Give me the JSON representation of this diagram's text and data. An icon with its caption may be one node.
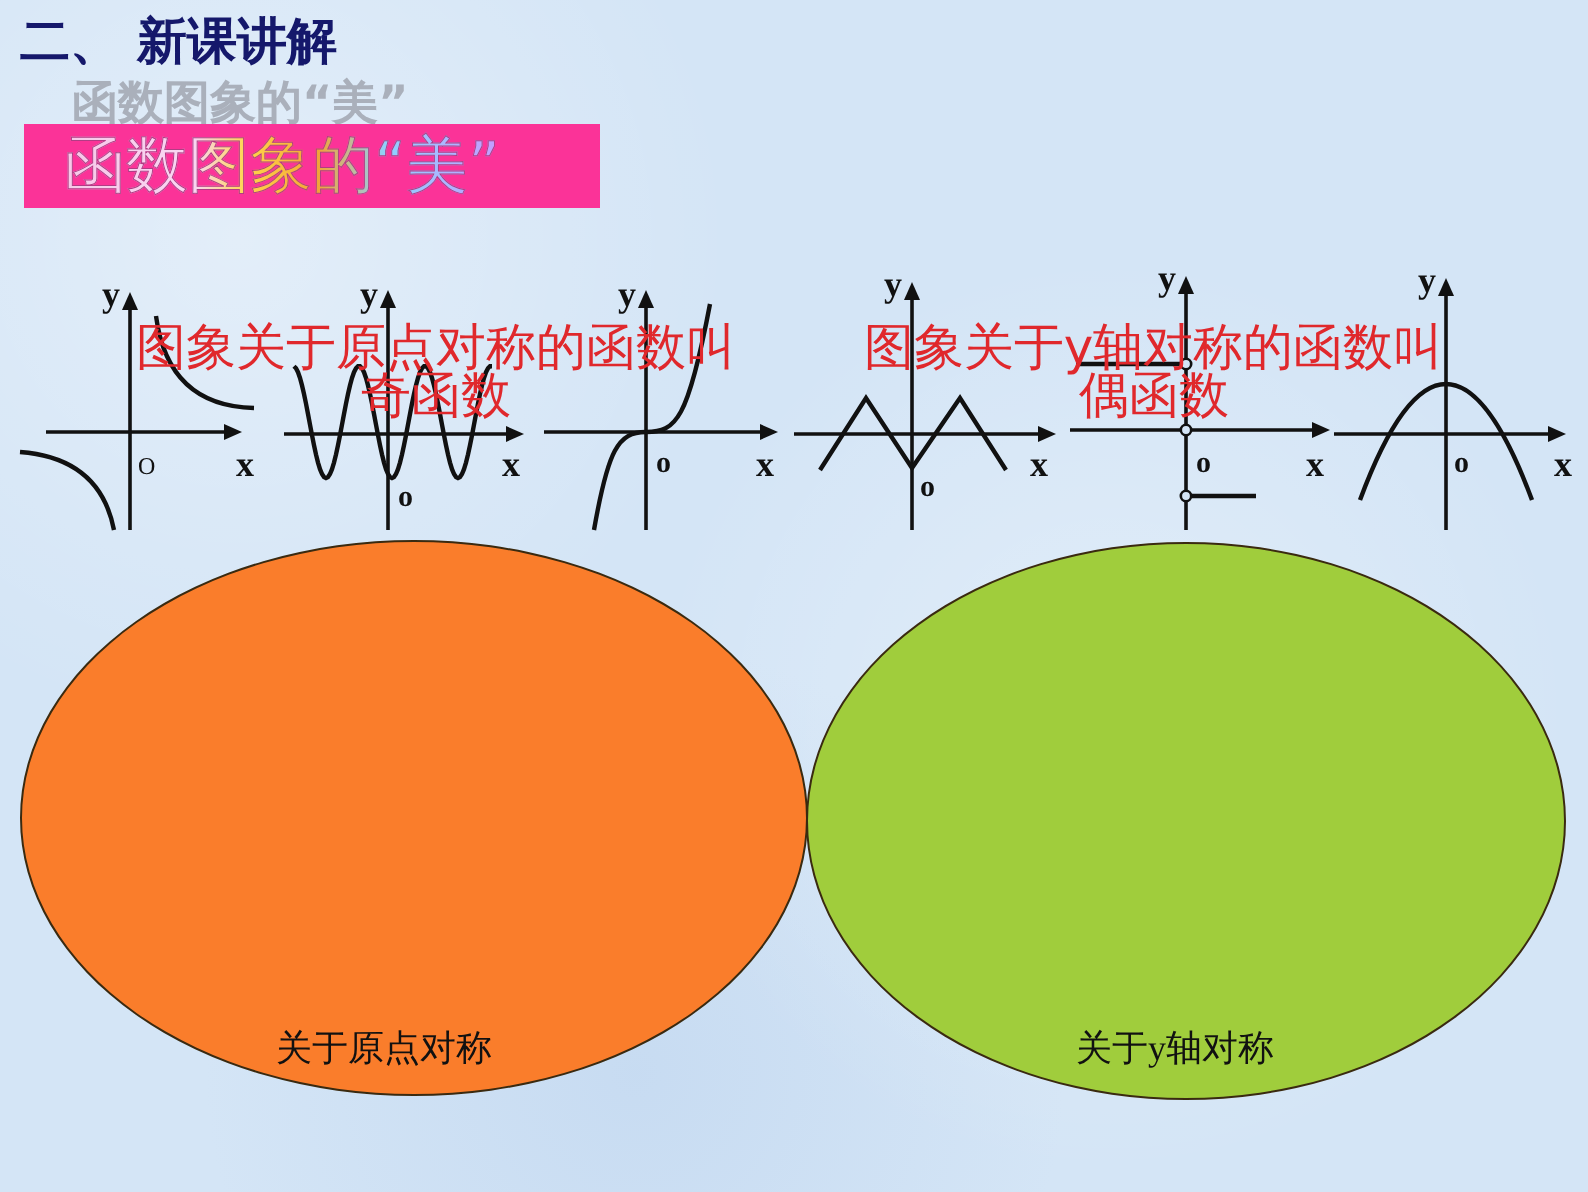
{
  "diagram": {
    "title": "二、 新课讲解",
    "nodes": [
      {
        "text": [
          "函数图象的“美”"
        ]
      },
      {
        "text": [
          "关于原点对称"
        ]
      },
      {
        "text": [
          "关于y轴对称"
        ]
      }
    ],
    "labels": [
      "函数图象的“美”",
      "y",
      "O",
      "x",
      "y",
      "o",
      "x",
      "y",
      "o",
      "x",
      "图象关于原点对称的函数叫奇函数",
      "y",
      "o",
      "x",
      "y",
      "o",
      "x",
      "y",
      "o",
      "x",
      "图象关于y轴对称的函数叫偶函数"
    ]
  }
}
